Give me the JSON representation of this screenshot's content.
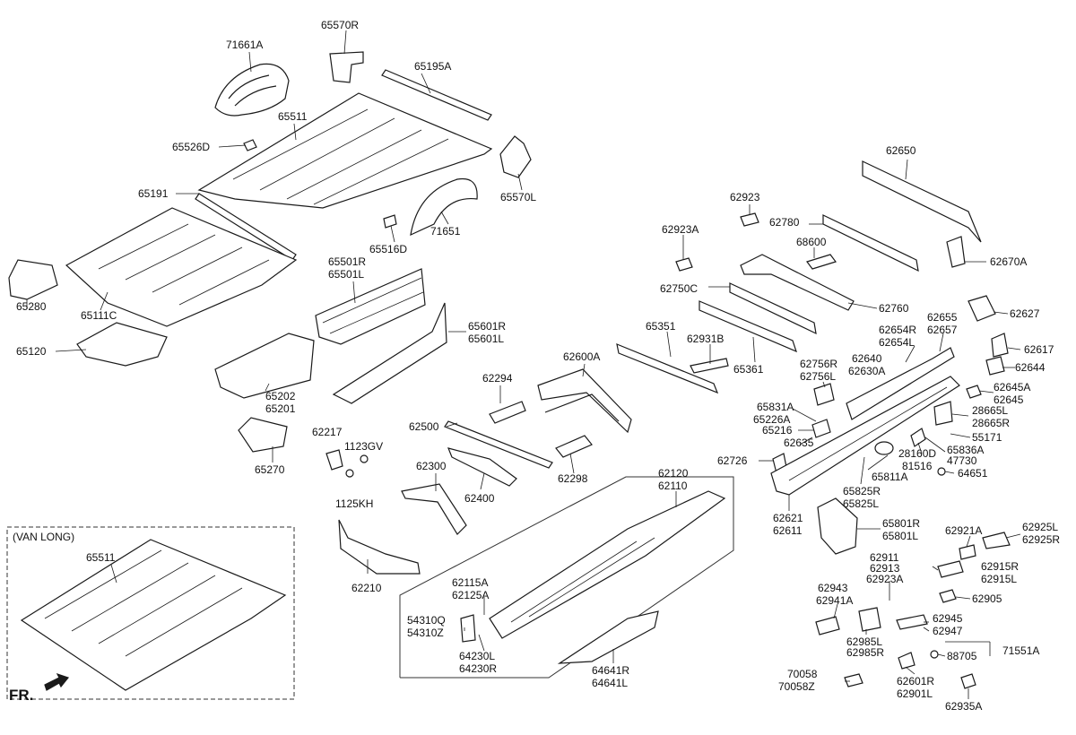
{
  "diagram": {
    "van_long_title": "(VAN LONG)",
    "front_marker": "FR.",
    "line_color": "#1a1a1a",
    "fill_color": "#ffffff",
    "labels": [
      "71661A",
      "65570R",
      "65195A",
      "65511",
      "65526D",
      "65191",
      "65570L",
      "71651",
      "65516D",
      "65280",
      "65111C",
      "65120",
      "65501R",
      "65501L",
      "65601R",
      "65601L",
      "65202",
      "65201",
      "65270",
      "62217",
      "1123GV",
      "1125KH",
      "62294",
      "62600A",
      "62500",
      "62300",
      "62400",
      "62298",
      "62210",
      "62120",
      "62110",
      "62115A",
      "62125A",
      "54310Q",
      "54310Z",
      "64230L",
      "64230R",
      "64641R",
      "64641L",
      "65351",
      "62931B",
      "65361",
      "62923",
      "62923A",
      "62780",
      "68600",
      "62750C",
      "62760",
      "62650",
      "62670A",
      "62627",
      "62655",
      "62657",
      "62654R",
      "62654L",
      "62617",
      "62644",
      "62756R",
      "62756L",
      "62640",
      "62630A",
      "62645A",
      "62645",
      "65831A",
      "65226A",
      "65216",
      "62635",
      "28665L",
      "28665R",
      "55171",
      "62726",
      "28160D",
      "81516",
      "65836A",
      "47730",
      "64651",
      "65811A",
      "65825R",
      "65825L",
      "62621",
      "62611",
      "65801R",
      "65801L",
      "62921A",
      "62925L",
      "62925R",
      "62911",
      "62913",
      "62923A",
      "62915R",
      "62915L",
      "62943",
      "62941A",
      "62905",
      "62945",
      "62947",
      "62985L",
      "62985R",
      "71551A",
      "88705",
      "70058",
      "70058Z",
      "62601R",
      "62901L",
      "62935A",
      "65511"
    ]
  }
}
